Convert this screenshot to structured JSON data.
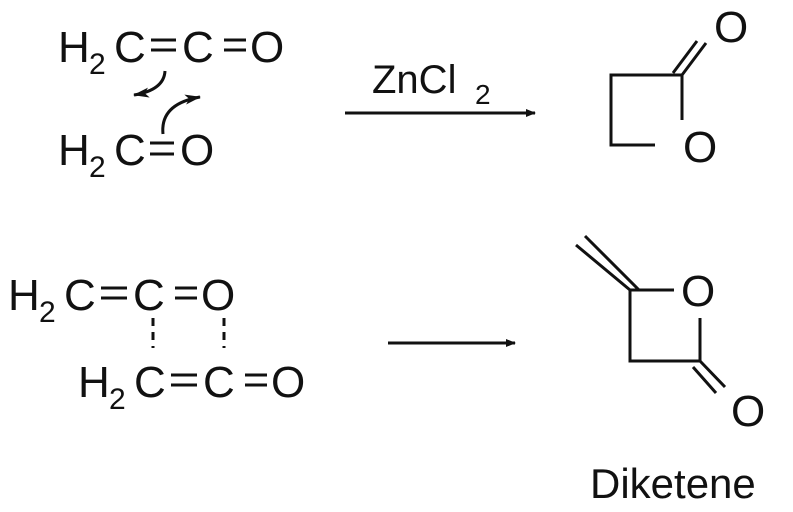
{
  "reaction1": {
    "reactant1": {
      "H": "H",
      "sub": "2",
      "rest": "C",
      "c2": "C",
      "o": "O"
    },
    "reactant2": {
      "H": "H",
      "sub": "2",
      "rest": "C",
      "o": "O"
    },
    "catalyst": {
      "main": "ZnCl",
      "sub": "2"
    },
    "product": {
      "o_ring": "O",
      "o_carbonyl": "O"
    }
  },
  "reaction2": {
    "intermediate": {
      "top": {
        "H": "H",
        "sub": "2",
        "c1": "C",
        "c2": "C",
        "o": "O"
      },
      "bottom": {
        "H": "H",
        "sub": "2",
        "c1": "C",
        "c2": "C",
        "o": "O"
      }
    },
    "product": {
      "o_ring": "O",
      "o_carbonyl": "O",
      "name": "Diketene"
    }
  }
}
